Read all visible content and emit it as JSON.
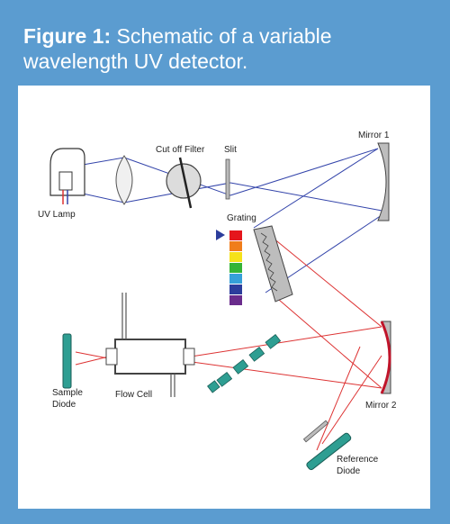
{
  "caption": {
    "figure_label": "Figure 1:",
    "title": "Schematic of a variable wavelength UV detector."
  },
  "labels": {
    "uv_lamp": "UV Lamp",
    "cutoff_filter": "Cut off Filter",
    "slit": "Slit",
    "mirror1": "Mirror 1",
    "grating": "Grating",
    "mirror2": "Mirror 2",
    "sample_diode_1": "Sample",
    "sample_diode_2": "Diode",
    "flow_cell": "Flow Cell",
    "reference_diode_1": "Reference",
    "reference_diode_2": "Diode"
  },
  "colors": {
    "frame": "#5b9cd0",
    "blue_beam": "#3344aa",
    "red_beam": "#dd3333",
    "diode": "#2e9e92",
    "mirror2_edge": "#c0142a"
  },
  "spectrum": [
    "#e5161c",
    "#f07d1a",
    "#f5e21a",
    "#35b436",
    "#36a0d8",
    "#2c3d9c",
    "#6a2c8c"
  ]
}
